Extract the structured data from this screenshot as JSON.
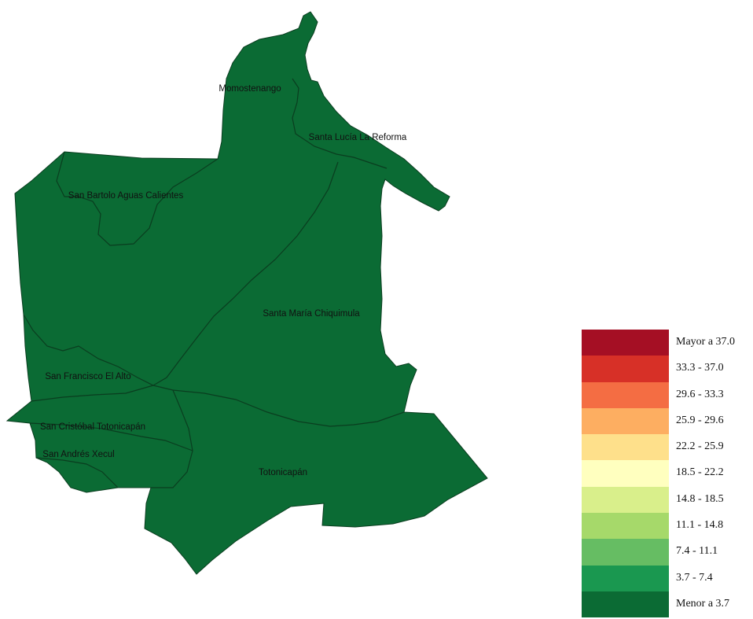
{
  "map": {
    "fill_color": "#0b6b34",
    "border_color": "#0a3d1f"
  },
  "municipalities": [
    {
      "name": "Momostenango"
    },
    {
      "name": "Santa Lucía La Reforma"
    },
    {
      "name": "San Bartolo Aguas Calientes"
    },
    {
      "name": "Santa María Chiquimula"
    },
    {
      "name": "San Francisco El Alto"
    },
    {
      "name": "San Cristóbal Totonicapán"
    },
    {
      "name": "San Andrés Xecul"
    },
    {
      "name": "Totonicapán"
    }
  ],
  "legend": {
    "items": [
      {
        "label": "Mayor a 37.0",
        "color": "#a50f24"
      },
      {
        "label": "33.3 - 37.0",
        "color": "#d73027"
      },
      {
        "label": "29.6 - 33.3",
        "color": "#f46d43"
      },
      {
        "label": "25.9 - 29.6",
        "color": "#fdae61"
      },
      {
        "label": "22.2 - 25.9",
        "color": "#fee08b"
      },
      {
        "label": "18.5 - 22.2",
        "color": "#ffffbf"
      },
      {
        "label": "14.8 - 18.5",
        "color": "#d9ef8b"
      },
      {
        "label": "11.1 - 14.8",
        "color": "#a6d96a"
      },
      {
        "label": "7.4 - 11.1",
        "color": "#66bd63"
      },
      {
        "label": "3.7 - 7.4",
        "color": "#1a9850"
      },
      {
        "label": "Menor a 3.7",
        "color": "#0b6b34"
      }
    ]
  }
}
